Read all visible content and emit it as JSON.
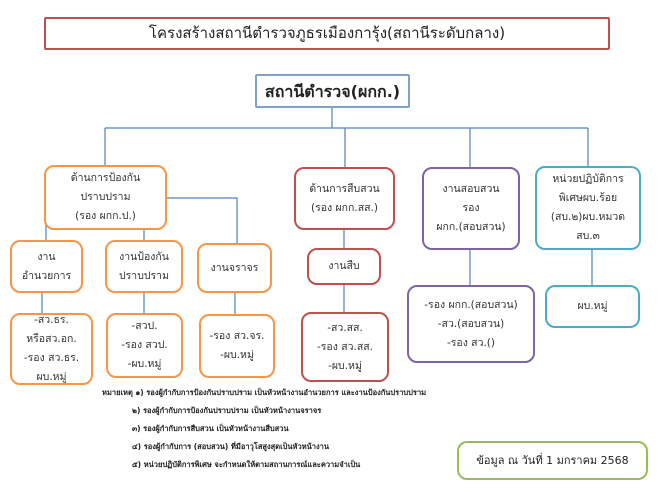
{
  "title": "โครงสร้างสถานีตำรวจภูธรเมืองการุ้ง(สถานีระดับกลาง)",
  "station": "สถานีตำรวจ(ผกก.)",
  "prevention": {
    "lines": [
      "ด้านการป้องกัน",
      "ปราบปราม",
      "(รอง ผกก.ป.)"
    ],
    "units": [
      {
        "lines": [
          "งาน",
          "อำนวยการ"
        ],
        "staff": [
          "-สว.ธร.",
          "หรือสว.อก.",
          "-รอง สว.ธร.",
          "ผบ.หมู่"
        ]
      },
      {
        "lines": [
          "งานป้องกัน",
          "ปราบปราม"
        ],
        "staff": [
          "-สวป.",
          "-รอง สวป.",
          "-ผบ.หมู่"
        ]
      },
      {
        "lines": [
          "งานจราจร"
        ],
        "staff": [
          "-รอง สว.จร.",
          "-ผบ.หมู่"
        ]
      }
    ]
  },
  "investigation": {
    "lines": [
      "ด้านการสืบสวน",
      "(รอง ผกก.สส.)"
    ],
    "unit": "งานสืบ",
    "staff": [
      "-สว.สส.",
      "-รอง สว.สส.",
      "-ผบ.หมู่"
    ]
  },
  "inquiry": {
    "lines": [
      "งานสอบสวน",
      "รอง",
      "ผกก.(สอบสวน)"
    ],
    "staff": [
      "-รอง ผกก.(สอบสวน)",
      "-สว.(สอบสวน)",
      "-รอง สว.()"
    ]
  },
  "special": {
    "lines": [
      "หน่วยปฏิบัติการ",
      "พิเศษผบ.ร้อย",
      "(สบ.๒)ผบ.หมวด",
      "สบ.๓"
    ],
    "staff": [
      "ผบ.หมู่"
    ]
  },
  "notes": [
    "หมายเหตุ ๑) รองผู้กำกับการป้องกันปราบปราม เป็นหัวหน้างานอำนวยการ  และงานป้องกันปราบปราม",
    "๒) รองผู้กำกับการป้องกันปราบปราม เป็นหัวหน้างานจราจร",
    "๓) รองผู้กำกับการสืบสวน เป็นหัวหน้างานสืบสวน",
    "๔) รองผู้กำกับการ (สอบสวน) ที่มีอาวุโสสูงสุดเป็นหัวหน้างาน",
    "๕) หน่วยปฏิบัติการพิเศษ จะกำหนดให้ตามสถานการณ์และความจำเป็น"
  ],
  "date": "ข้อมูล ณ วันที่ 1 มกราคม 2568",
  "colors": {
    "orange": "#f79646",
    "red": "#c0504d",
    "purple": "#8064a2",
    "teal": "#4bacc6",
    "green": "#9bbb59",
    "line": "#4f81bd"
  }
}
